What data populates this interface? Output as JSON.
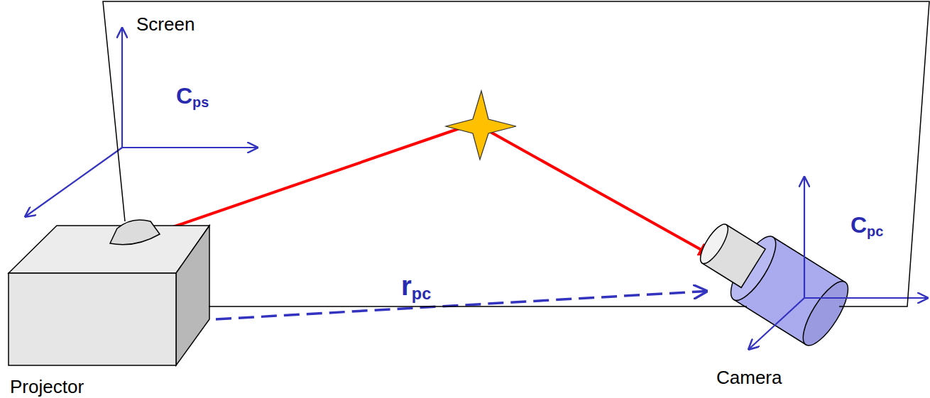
{
  "diagram": {
    "nodes": [
      {
        "text": [
          "Screen"
        ]
      },
      {
        "text": [
          "Projector"
        ]
      },
      {
        "text": [
          "Camera"
        ]
      }
    ],
    "edges": [
      {
        "from": 1,
        "to": 2,
        "arrow": "to",
        "label": "rpc"
      }
    ],
    "labels": [
      "Cps",
      "Cpc"
    ]
  }
}
